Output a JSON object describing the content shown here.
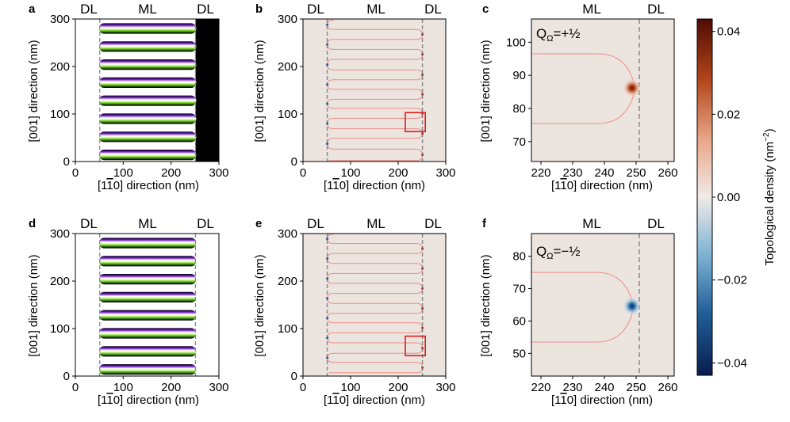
{
  "figure": {
    "xlabel_pre": "[1",
    "xlabel_bar": "1",
    "xlabel_post": "0] direction (nm)",
    "ylabel": "[001] direction (nm)",
    "region_labels": {
      "dl": "DL",
      "ml": "ML"
    }
  },
  "colorbar": {
    "label_pre": "Topological density (nm",
    "label_sup": "−2",
    "label_post": ")",
    "range": [
      -0.043,
      0.043
    ],
    "ticks": [
      0.04,
      0.02,
      0.0,
      -0.02,
      -0.04
    ],
    "tick_labels": [
      "0.04",
      "0.02",
      "0.00",
      "−0.02",
      "−0.04"
    ],
    "colors": [
      "#0a1c4d",
      "#1f5d97",
      "#7fb3d3",
      "#f0ebe8",
      "#e9a789",
      "#b2451a",
      "#500c04"
    ]
  },
  "chart_data": [
    {
      "panel": "a",
      "type": "heatmap",
      "content": "magnetization stripes",
      "xlim": [
        0,
        300
      ],
      "ylim": [
        0,
        300
      ],
      "xticks": [
        0,
        100,
        200,
        300
      ],
      "yticks": [
        0,
        100,
        200,
        300
      ],
      "xtick_labels": [
        "0",
        "100",
        "200",
        "300"
      ],
      "ytick_labels": [
        "0",
        "100",
        "200",
        "300"
      ],
      "ml_region": [
        51,
        251
      ],
      "stripe_centers_y": [
        14,
        52,
        90,
        128,
        166,
        204,
        242,
        280
      ],
      "right_block": [
        251,
        300
      ],
      "top_labels": [
        "DL",
        "ML",
        "DL"
      ],
      "stripe_colors": [
        "#6a18b8",
        "#ffffff",
        "#8ee03c"
      ]
    },
    {
      "panel": "b",
      "type": "heatmap",
      "content": "topological density with meandering contour",
      "xlim": [
        0,
        300
      ],
      "ylim": [
        0,
        300
      ],
      "xticks": [
        0,
        100,
        200,
        300
      ],
      "yticks": [
        0,
        100,
        200,
        300
      ],
      "xtick_labels": [
        "0",
        "100",
        "200",
        "300"
      ],
      "ytick_labels": [
        "0",
        "100",
        "200",
        "300"
      ],
      "dashed_lines_x": [
        51,
        251
      ],
      "contour_y": [
        2,
        26,
        49,
        69,
        91,
        112,
        131,
        152,
        172,
        193,
        215,
        236,
        257,
        278,
        298
      ],
      "highlight_box": {
        "x": [
          215,
          257
        ],
        "y": [
          63,
          103
        ]
      },
      "top_labels": [
        "DL",
        "ML",
        "DL"
      ]
    },
    {
      "panel": "c",
      "type": "heatmap",
      "content": "zoom of boundary defect",
      "annotation_pre": "Q",
      "annotation_sub": "Ω",
      "annotation_post": "=+½",
      "xlim": [
        217,
        262
      ],
      "ylim": [
        64,
        107
      ],
      "xticks": [
        220,
        230,
        240,
        250,
        260
      ],
      "yticks": [
        70,
        80,
        90,
        100
      ],
      "xtick_labels": [
        "220",
        "230",
        "240",
        "250",
        "260"
      ],
      "ytick_labels": [
        "70",
        "80",
        "90",
        "100"
      ],
      "dashed_line_x": 251,
      "contour": {
        "y_top": 96.5,
        "y_bottom": 75.5,
        "tip_x": 249.5
      },
      "blob": {
        "x": 248.7,
        "y": 86.2,
        "value": 0.04
      },
      "top_labels": [
        "ML",
        "DL"
      ]
    },
    {
      "panel": "d",
      "type": "heatmap",
      "content": "magnetization stripes",
      "xlim": [
        0,
        300
      ],
      "ylim": [
        0,
        300
      ],
      "xticks": [
        0,
        100,
        200,
        300
      ],
      "yticks": [
        0,
        100,
        200,
        300
      ],
      "xtick_labels": [
        "0",
        "100",
        "200",
        "300"
      ],
      "ytick_labels": [
        "0",
        "100",
        "200",
        "300"
      ],
      "ml_region": [
        51,
        251
      ],
      "stripe_centers_y": [
        14,
        52,
        90,
        128,
        166,
        204,
        242,
        280
      ],
      "top_labels": [
        "DL",
        "ML",
        "DL"
      ],
      "stripe_colors": [
        "#6a18b8",
        "#ffffff",
        "#8ee03c"
      ]
    },
    {
      "panel": "e",
      "type": "heatmap",
      "content": "topological density with meandering contour",
      "xlim": [
        0,
        300
      ],
      "ylim": [
        0,
        300
      ],
      "xticks": [
        0,
        100,
        200,
        300
      ],
      "yticks": [
        0,
        100,
        200,
        300
      ],
      "xtick_labels": [
        "0",
        "100",
        "200",
        "300"
      ],
      "ytick_labels": [
        "0",
        "100",
        "200",
        "300"
      ],
      "dashed_lines_x": [
        51,
        251
      ],
      "contour_y": [
        7,
        29,
        48,
        70,
        91,
        112,
        132,
        153,
        174,
        195,
        216,
        237,
        258,
        279,
        299
      ],
      "highlight_box": {
        "x": [
          215,
          257
        ],
        "y": [
          43,
          84
        ]
      },
      "top_labels": [
        "DL",
        "ML",
        "DL"
      ]
    },
    {
      "panel": "f",
      "type": "heatmap",
      "content": "zoom of boundary defect",
      "annotation_pre": "Q",
      "annotation_sub": "Ω",
      "annotation_post": "=−½",
      "xlim": [
        217,
        262
      ],
      "ylim": [
        43,
        87
      ],
      "xticks": [
        220,
        230,
        240,
        250,
        260
      ],
      "yticks": [
        50,
        60,
        70,
        80
      ],
      "xtick_labels": [
        "220",
        "230",
        "240",
        "250",
        "260"
      ],
      "ytick_labels": [
        "50",
        "60",
        "70",
        "80"
      ],
      "dashed_line_x": 251,
      "contour": {
        "y_top": 75,
        "y_bottom": 53.5,
        "tip_x": 249
      },
      "blob": {
        "x": 248.7,
        "y": 64.6,
        "value": -0.04
      },
      "top_labels": [
        "ML",
        "DL"
      ]
    }
  ]
}
